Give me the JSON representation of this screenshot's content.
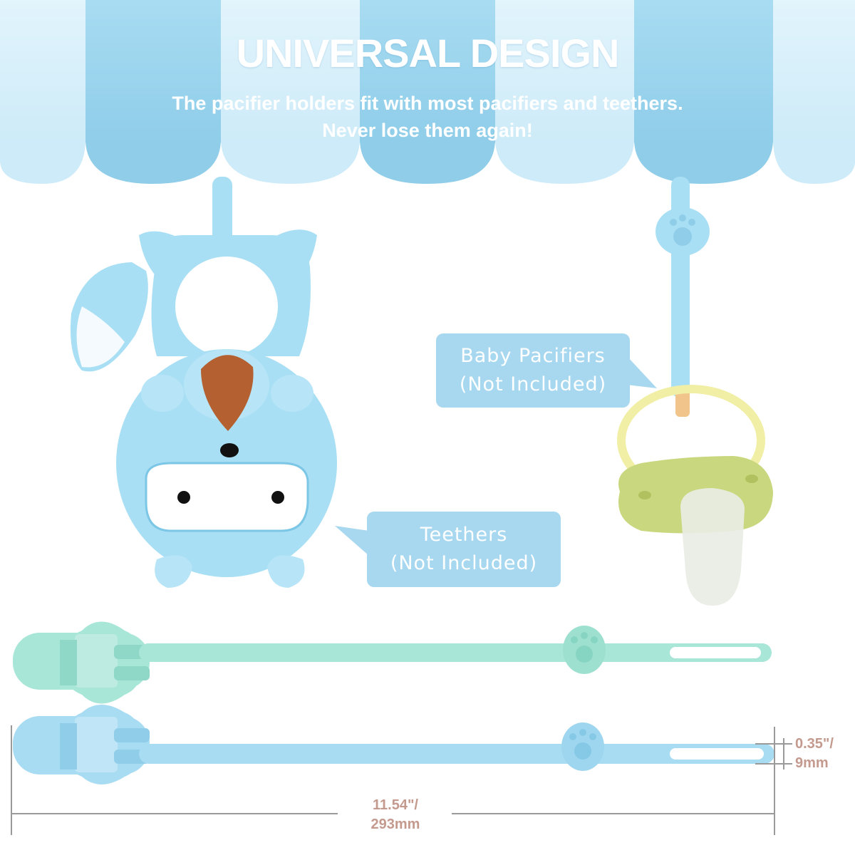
{
  "banner": {
    "title": "UNIVERSAL DESIGN",
    "subtitle_line1": "The pacifier holders fit with most pacifiers and teethers.",
    "subtitle_line2": "Never lose them again!"
  },
  "callouts": {
    "pacifier_line1": "Baby Pacifiers",
    "pacifier_line2": "(Not  Included)",
    "teether_line1": "Teethers",
    "teether_line2": "(Not  Included)"
  },
  "dimensions": {
    "length_line1": "11.54\"/",
    "length_line2": "293mm",
    "width_line1": "0.35\"/",
    "width_line2": "9mm"
  },
  "colors": {
    "awning_light": "#d6eefa",
    "awning_dark": "#9dd5ee",
    "bubble": "#a7d8f0",
    "teether": "#a9dff4",
    "mint_strap": "#a8e6d8",
    "blue_strap": "#a8dcf2",
    "pacifier": "#c9d77e",
    "dimension_text": "#c49a8e"
  },
  "icons": {
    "teether": "fox-teether-icon",
    "pacifier": "pacifier-icon",
    "strap_mint": "mint-pacifier-clip-icon",
    "strap_blue": "blue-pacifier-clip-icon",
    "paw": "paw-icon"
  }
}
